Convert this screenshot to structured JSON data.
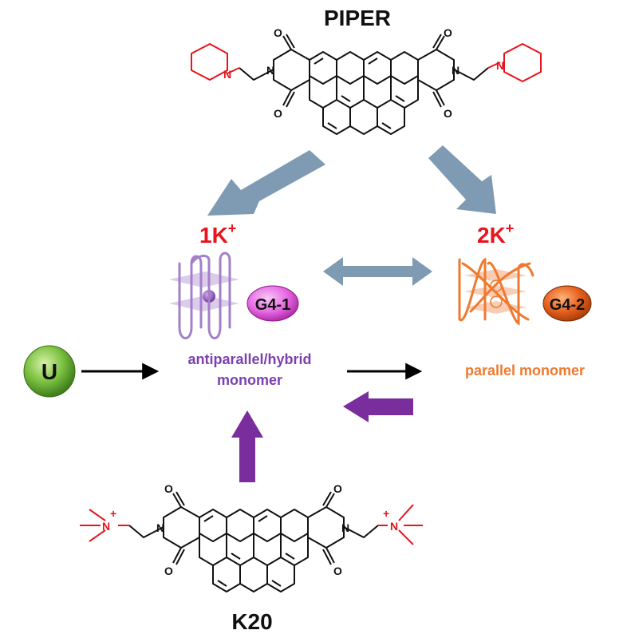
{
  "titles": {
    "top_compound": "PIPER",
    "bottom_compound": "K20"
  },
  "states": {
    "left_label": "1K",
    "left_sup": "+",
    "right_label": "2K",
    "right_sup": "+",
    "left_badge": "G4-1",
    "right_badge": "G4-2",
    "left_desc_line1": "antiparallel/hybrid",
    "left_desc_line2": "monomer",
    "right_desc": "parallel monomer",
    "unfolded": "U"
  },
  "atoms": {
    "oxygen": "O",
    "nitrogen": "N",
    "plus": "+"
  },
  "colors": {
    "red": "#e8141b",
    "purple": "#7b3fb0",
    "orange": "#ee7a2f",
    "steel_arrow": "#7f9bb3",
    "purple_arrow": "#7a2e9e",
    "green_ball": "#7dc242",
    "magenta_badge": "#e76be4",
    "orange_badge": "#e6601e"
  }
}
